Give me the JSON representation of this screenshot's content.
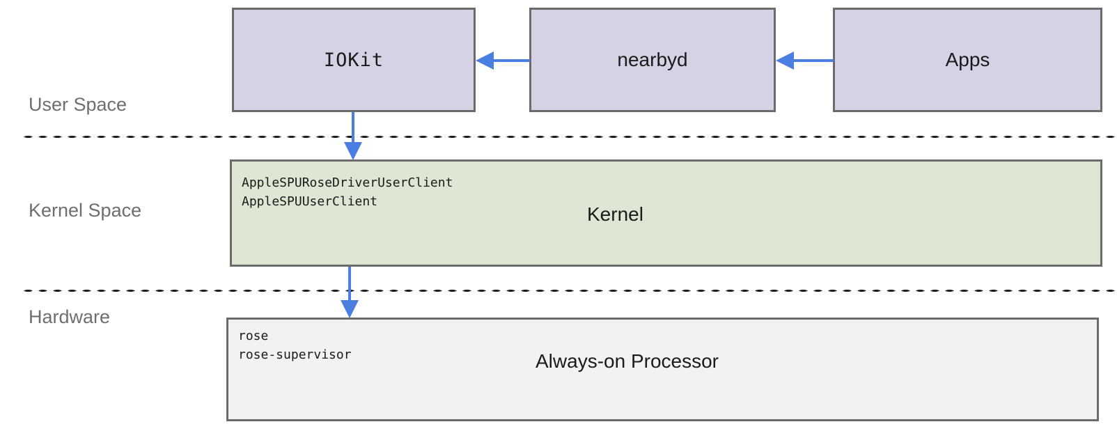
{
  "diagram": {
    "zones": [
      {
        "id": "user-space",
        "label": "User Space"
      },
      {
        "id": "kernel-space",
        "label": "Kernel Space"
      },
      {
        "id": "hardware",
        "label": "Hardware"
      }
    ],
    "nodes": {
      "iokit": {
        "title": "IOKit"
      },
      "nearbyd": {
        "title": "nearbyd"
      },
      "apps": {
        "title": "Apps"
      },
      "kernel": {
        "title": "Kernel",
        "sublabels": "AppleSPURoseDriverUserClient\nAppleSPUUserClient"
      },
      "aop": {
        "title": "Always-on Processor",
        "sublabels": "rose\nrose-supervisor"
      }
    },
    "edges": [
      {
        "id": "nearbyd-to-iokit",
        "from": "nearbyd",
        "to": "iokit",
        "direction": "left"
      },
      {
        "id": "apps-to-nearbyd",
        "from": "apps",
        "to": "nearbyd",
        "direction": "left"
      },
      {
        "id": "iokit-to-kernel",
        "from": "iokit",
        "to": "kernel",
        "direction": "down"
      },
      {
        "id": "kernel-to-aop",
        "from": "kernel",
        "to": "aop",
        "direction": "down"
      }
    ],
    "colors": {
      "user_space_fill": "#d5d2e5",
      "kernel_fill": "#dde7d3",
      "hardware_fill": "#f2f2f2",
      "box_border": "#6b6b6b",
      "arrow": "#4a7ee0",
      "zone_label": "#6e6e6e",
      "boundary_dot": "#1c1c1c",
      "background": "#ffffff"
    }
  }
}
